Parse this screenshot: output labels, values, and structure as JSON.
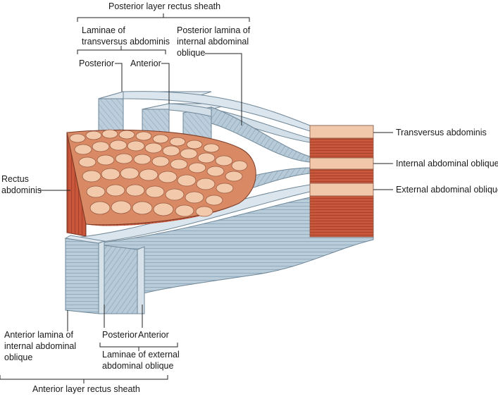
{
  "labels": {
    "posterior_layer": "Posterior layer rectus sheath",
    "laminae_transversus_1": "Laminae of",
    "laminae_transversus_2": "transversus abdominis",
    "posterior_lamina_io_1": "Posterior lamina of",
    "posterior_lamina_io_2": "internal abdominal",
    "posterior_lamina_io_3": "oblique",
    "posterior_top": "Posterior",
    "anterior_top": "Anterior",
    "rectus_1": "Rectus",
    "rectus_2": "abdominis",
    "transversus": "Transversus abdominis",
    "internal_oblique": "Internal abdominal oblique",
    "external_oblique": "External abdominal oblique",
    "anterior_lamina_io_1": "Anterior lamina of",
    "anterior_lamina_io_2": "internal abdominal",
    "anterior_lamina_io_3": "oblique",
    "posterior_bottom": "Posterior",
    "anterior_bottom": "Anterior",
    "laminae_external_1": "Laminae of external",
    "laminae_external_2": "abdominal oblique",
    "anterior_layer": "Anterior layer rectus sheath"
  },
  "colors": {
    "muscle": "#c9573c",
    "muscle_dark": "#a8412b",
    "fiber_end": "#f2c8aa",
    "aponeurosis": "#b5c8d6",
    "aponeurosis_light": "#dfe8ef",
    "aponeurosis_dark": "#8aa3b6",
    "leader": "#222222"
  }
}
